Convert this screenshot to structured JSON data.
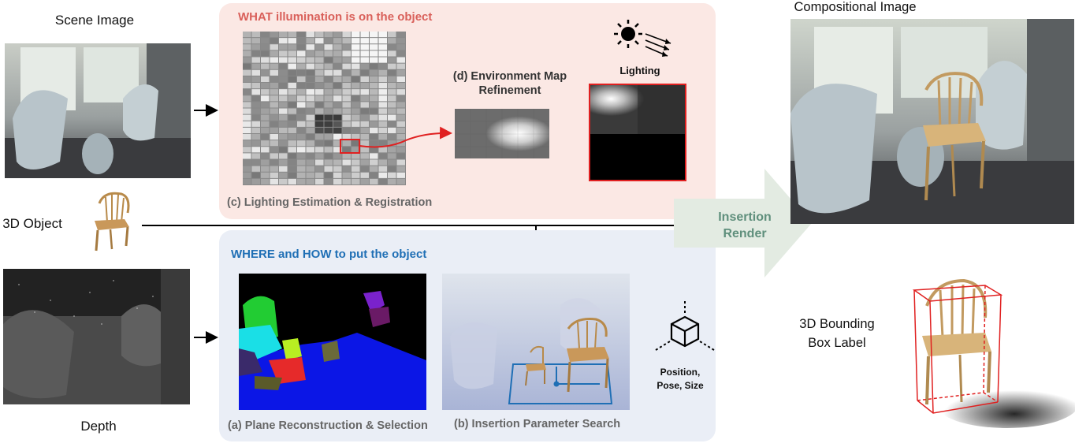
{
  "left": {
    "scene_label": "Scene Image",
    "object_label": "3D Object",
    "depth_label": "Depth"
  },
  "top_panel": {
    "title": "WHAT illumination is on the object",
    "title_color": "#d9605a",
    "env_title": "(d) Environment Map Refinement",
    "lighting_label": "Lighting",
    "caption": "(c) Lighting Estimation & Registration"
  },
  "bottom_panel": {
    "title": "WHERE and HOW to put the object",
    "title_color": "#1f6fb5",
    "caption_a": "(a) Plane Reconstruction & Selection",
    "caption_b": "(b) Insertion Parameter Search",
    "output_label": "Position, Pose, Size"
  },
  "center": {
    "insertion_render": "Insertion Render"
  },
  "right": {
    "compositional_label": "Compositional Image",
    "bbox_label": "3D Bounding Box Label"
  },
  "colors": {
    "arrow": "#000000",
    "red_connector": "#e02020",
    "big_arrow": "#e3ebe2",
    "bbox": "#e02020",
    "plane_blue": "#1f6fb5"
  }
}
